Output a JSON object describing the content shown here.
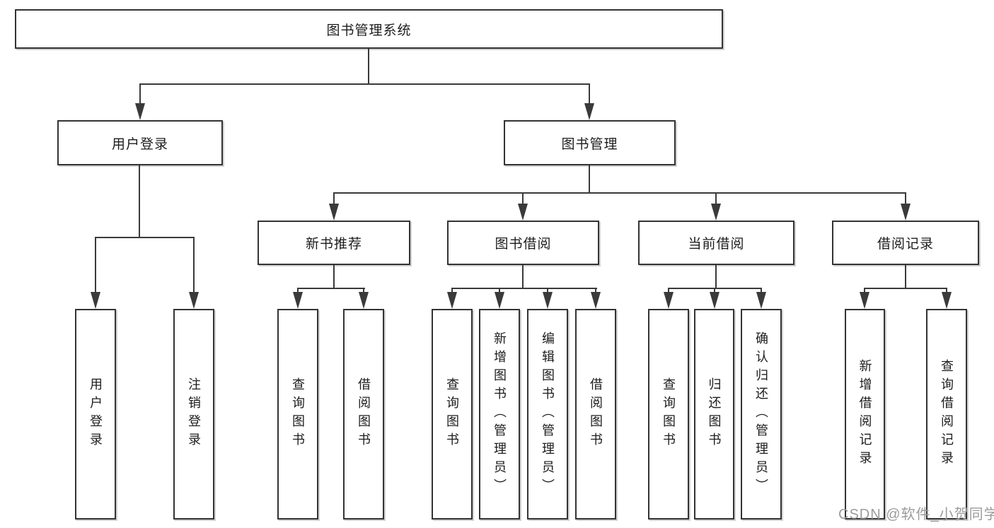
{
  "diagram": {
    "root": {
      "label": "图书管理系统"
    },
    "branches": [
      {
        "label": "用户登录",
        "children": [
          {
            "label": "用户登录"
          },
          {
            "label": "注销登录"
          }
        ]
      },
      {
        "label": "图书管理",
        "children": [
          {
            "label": "新书推荐",
            "children": [
              {
                "label": "查询图书"
              },
              {
                "label": "借阅图书"
              }
            ]
          },
          {
            "label": "图书借阅",
            "children": [
              {
                "label": "查询图书"
              },
              {
                "label": "新增图书（管理员）"
              },
              {
                "label": "编辑图书（管理员）"
              },
              {
                "label": "借阅图书"
              }
            ]
          },
          {
            "label": "当前借阅",
            "children": [
              {
                "label": "查询图书"
              },
              {
                "label": "归还图书"
              },
              {
                "label": "确认归还（管理员）"
              }
            ]
          },
          {
            "label": "借阅记录",
            "children": [
              {
                "label": "新增借阅记录"
              },
              {
                "label": "查询借阅记录"
              }
            ]
          }
        ]
      }
    ],
    "watermark": "CSDN @软件_小贺同学",
    "colors": {
      "line": "#3a3a3a",
      "box_border": "#333333",
      "box_fill": "#ffffff",
      "text": "#1c1c1c",
      "watermark": "#9b9b9b",
      "background": "#ffffff"
    }
  }
}
